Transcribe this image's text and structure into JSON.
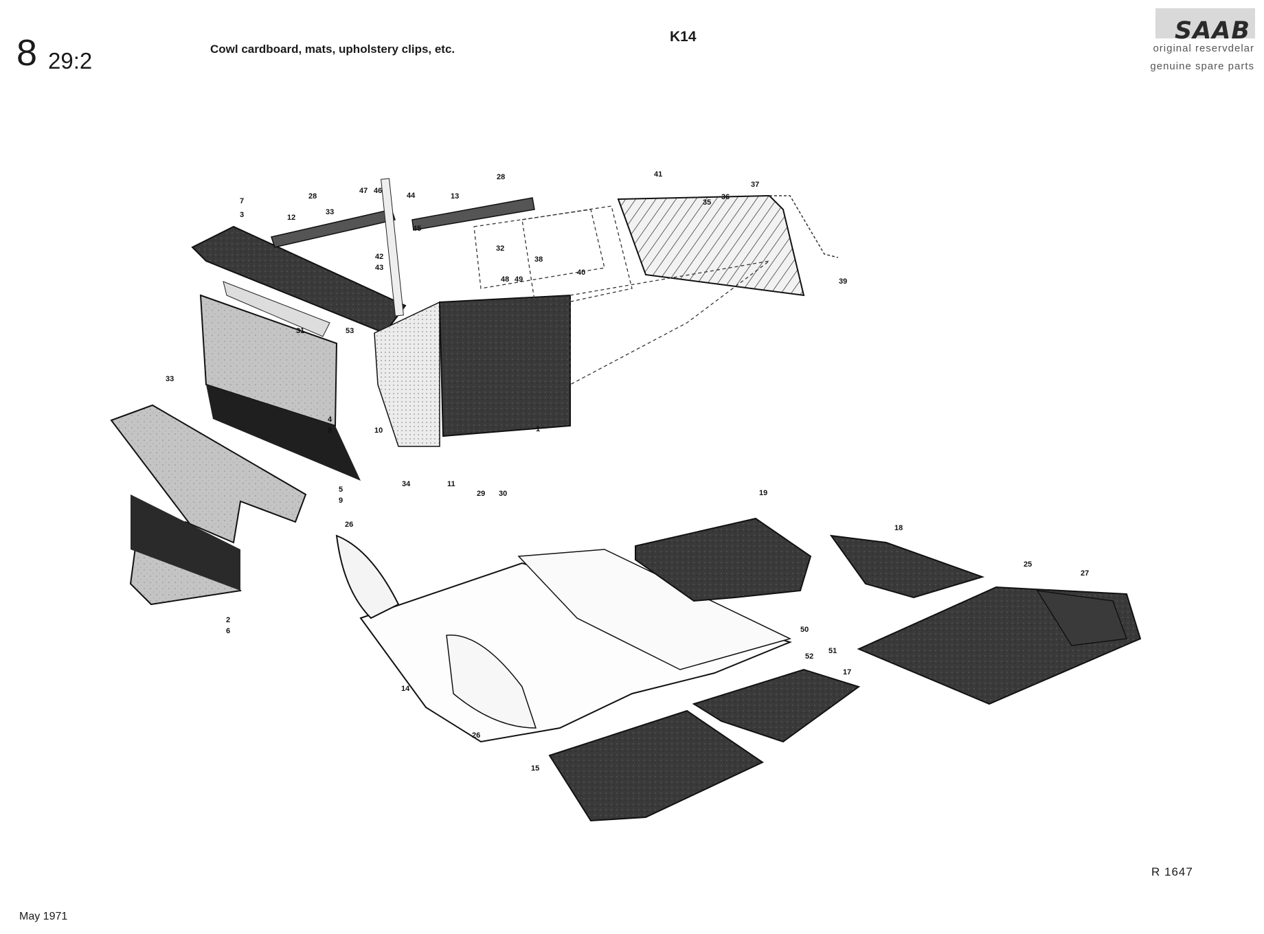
{
  "header": {
    "group_number": "8",
    "section_number": "29:2",
    "title": "Cowl cardboard, mats, upholstery clips, etc.",
    "code": "K14"
  },
  "brand": {
    "logo": "SAAB",
    "line_sv": "original reservdelar",
    "line_en": "genuine spare parts"
  },
  "footer": {
    "reference": "R 1647",
    "date": "May 1971"
  },
  "callouts": [
    "7",
    "3",
    "28",
    "12",
    "33",
    "47",
    "46",
    "44",
    "13",
    "28",
    "41",
    "37",
    "36",
    "35",
    "42",
    "43",
    "45",
    "32",
    "38",
    "40",
    "48",
    "49",
    "31",
    "53",
    "1",
    "39",
    "33",
    "4",
    "8",
    "10",
    "34",
    "11",
    "29",
    "30",
    "5",
    "9",
    "2",
    "6",
    "19",
    "18",
    "26",
    "25",
    "27",
    "50",
    "51",
    "52",
    "17",
    "14",
    "26",
    "15"
  ],
  "colors": {
    "ink": "#1a1a1a",
    "dark_mat": "#2b2b2b",
    "medium_panel": "#6e6e6e",
    "light_panel": "#bdbdbd"
  }
}
